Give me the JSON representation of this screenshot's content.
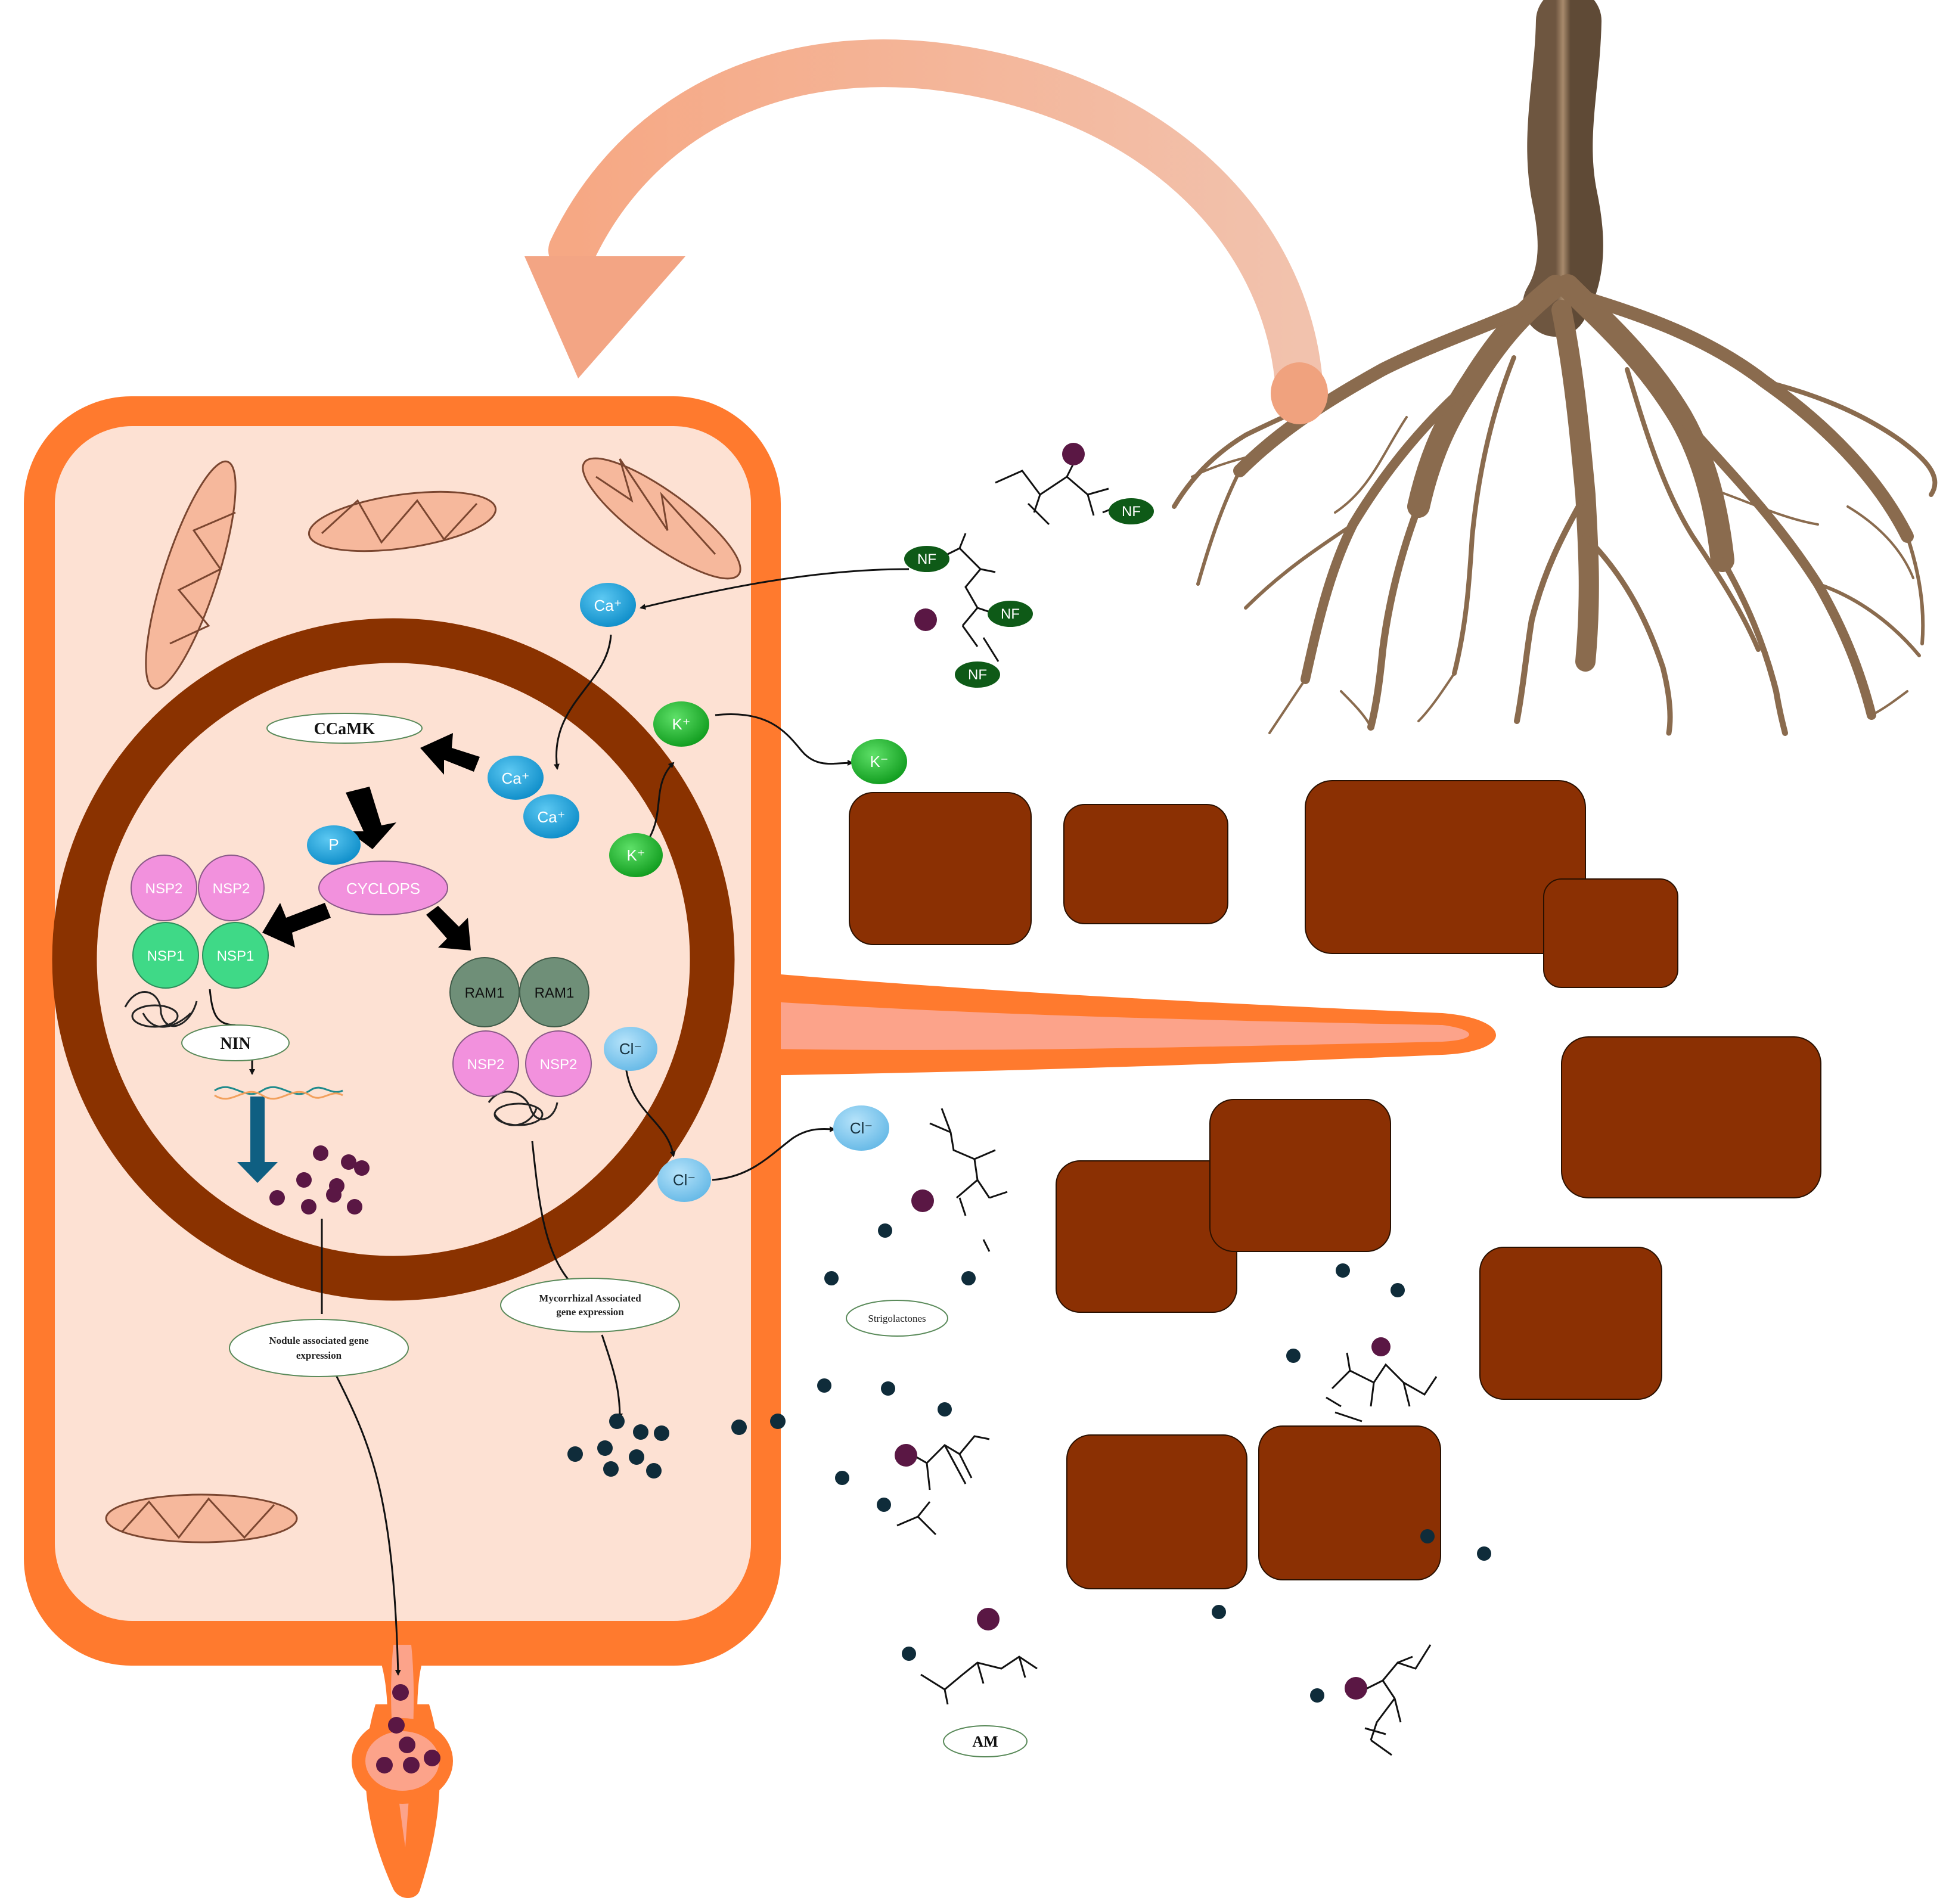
{
  "labels": {
    "ccamk": "CCaMK",
    "cyclops": "CYCLOPS",
    "phosphate": "P",
    "nsp2": "NSP2",
    "nsp1": "NSP1",
    "ram1": "RAM1",
    "nin": "NIN",
    "ca_ion": "Ca⁺",
    "k_ion": "K⁺",
    "k_ion_out": "K⁻",
    "cl_ion": "Cl⁻",
    "nod_factor": "NF",
    "nodule_expression": [
      "Nodule associated gene",
      "expression"
    ],
    "myc_expression": [
      "Mycorrhizal Associated",
      "gene expression"
    ],
    "strigolactones": "Strigolactones",
    "am": "AM"
  },
  "colors": {
    "cell_wall": "#ff7a2e",
    "cytoplasm": "#fde1d3",
    "nucleus_envelope": "#8a3200",
    "soil_particle": "#8b3003",
    "ca_blue": "#1aa3dd",
    "cl_blue": "#7ec8ee",
    "k_green": "#1bb22a",
    "nf_green": "#0e5a17",
    "nsp2_pink": "#f291dd",
    "nsp1_green": "#3fd987",
    "ram1_grey": "#6f8f78",
    "signal_purple": "#5a1744",
    "am_dot": "#0f2c3a",
    "arrow_salmon": "#f3a584",
    "root_brown": "#8a6b4e"
  },
  "icons": [
    "plant-root-icon",
    "mitochondrion-icon",
    "dna-strand-icon",
    "nod-factor-molecule-icon",
    "strigolactone-molecule-icon"
  ]
}
